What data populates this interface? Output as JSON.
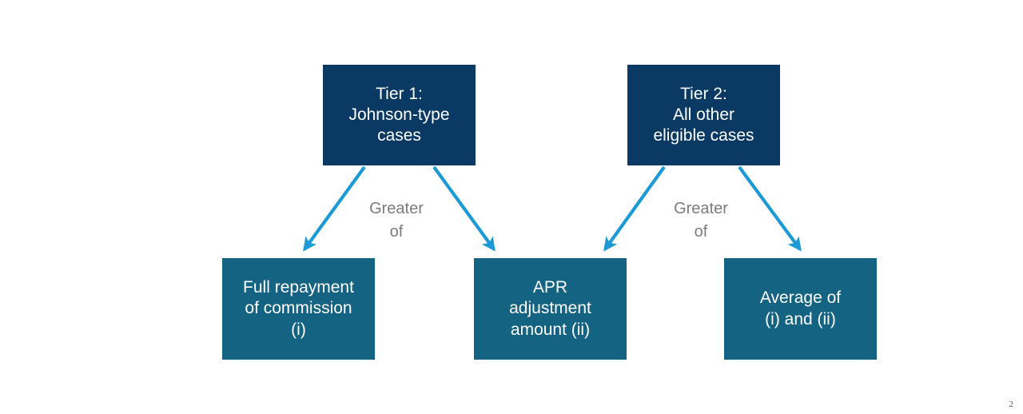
{
  "slide": {
    "page_number": "2",
    "background_color": "#ffffff"
  },
  "palette": {
    "tier_box": "#0a3a63",
    "outcome_box": "#156383",
    "arrow": "#1c9ad6",
    "label_text": "#7c7c7c",
    "box_text": "#ffffff"
  },
  "diagram": {
    "type": "flow",
    "tiers": [
      {
        "id": "tier-1",
        "label": "Tier 1:\nJohnson-type\ncases",
        "edge_label": "Greater\nof",
        "targets": [
          "full-repayment",
          "apr-adjustment"
        ]
      },
      {
        "id": "tier-2",
        "label": "Tier 2:\nAll other\neligible cases",
        "edge_label": "Greater\nof",
        "targets": [
          "apr-adjustment",
          "average"
        ]
      }
    ],
    "outcomes": [
      {
        "id": "full-repayment",
        "label": "Full repayment\nof commission\n(i)"
      },
      {
        "id": "apr-adjustment",
        "label": "APR\nadjustment\namount (ii)"
      },
      {
        "id": "average",
        "label": "Average of\n(i) and (ii)"
      }
    ]
  }
}
